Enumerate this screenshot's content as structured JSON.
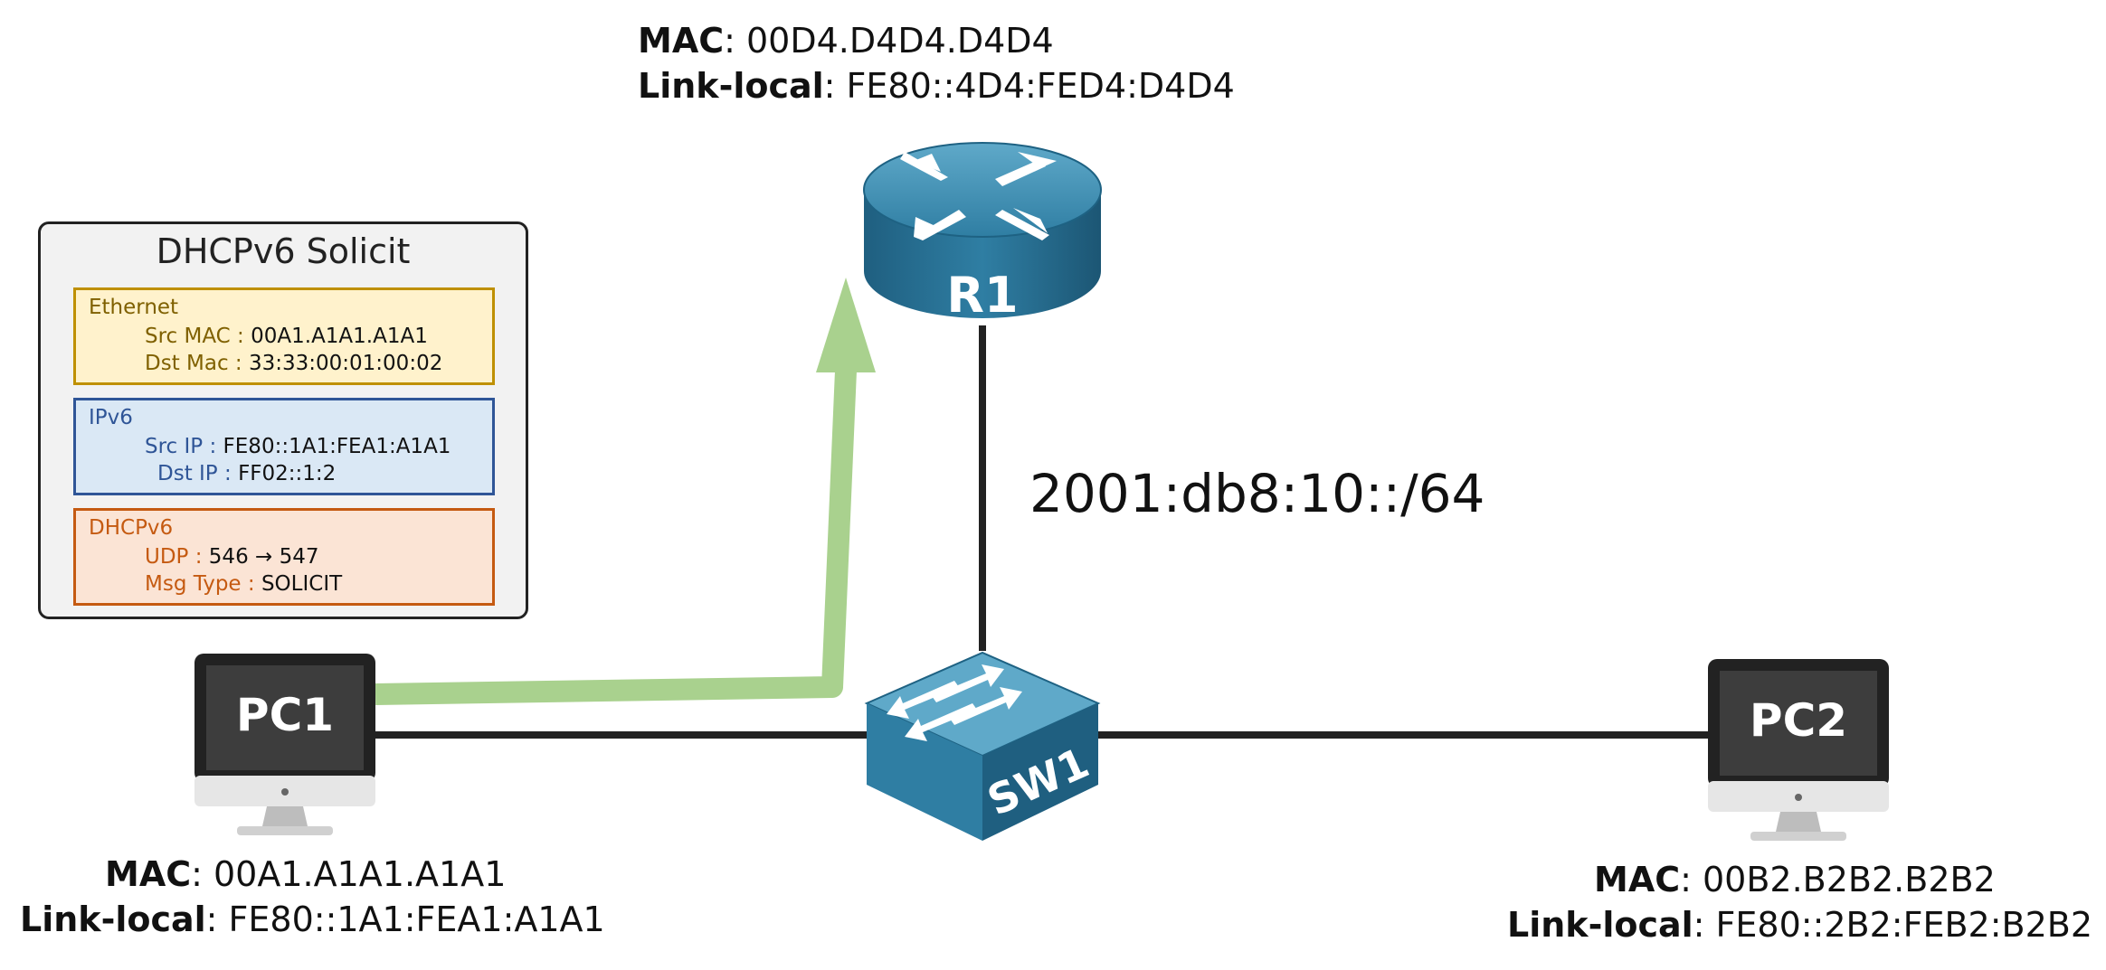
{
  "r1": {
    "name": "R1",
    "mac_key": "MAC",
    "mac": ": 00D4.D4D4.D4D4",
    "ll_key": "Link-local",
    "ll": ": FE80::4D4:FED4:D4D4"
  },
  "sw1": {
    "name": "SW1"
  },
  "pc1": {
    "name": "PC1",
    "mac_key": "MAC",
    "mac": ": 00A1.A1A1.A1A1",
    "ll_key": "Link-local",
    "ll": ": FE80::1A1:FEA1:A1A1"
  },
  "pc2": {
    "name": "PC2",
    "mac_key": "MAC",
    "mac": ": 00B2.B2B2.B2B2",
    "ll_key": "Link-local",
    "ll": ": FE80::2B2:FEB2:B2B2"
  },
  "subnet": "2001:db8:10::/64",
  "packet": {
    "title": "DHCPv6 Solicit",
    "ethernet": {
      "title": "Ethernet",
      "src_key": "Src MAC :",
      "src": "00A1.A1A1.A1A1",
      "dst_key": "Dst Mac :",
      "dst": "33:33:00:01:00:02"
    },
    "ipv6": {
      "title": "IPv6",
      "src_key": "Src IP :",
      "src": "FE80::1A1:FEA1:A1A1",
      "dst_key": "Dst IP :",
      "dst": "FF02::1:2"
    },
    "dhcpv6": {
      "title": "DHCPv6",
      "udp_key": "UDP :",
      "udp": "546 → 547",
      "msg_key": "Msg Type :",
      "msg": "SOLICIT"
    }
  },
  "colors": {
    "arrow": "#a9d18e",
    "device_blue": "#2f7ea3",
    "line": "#222222"
  }
}
